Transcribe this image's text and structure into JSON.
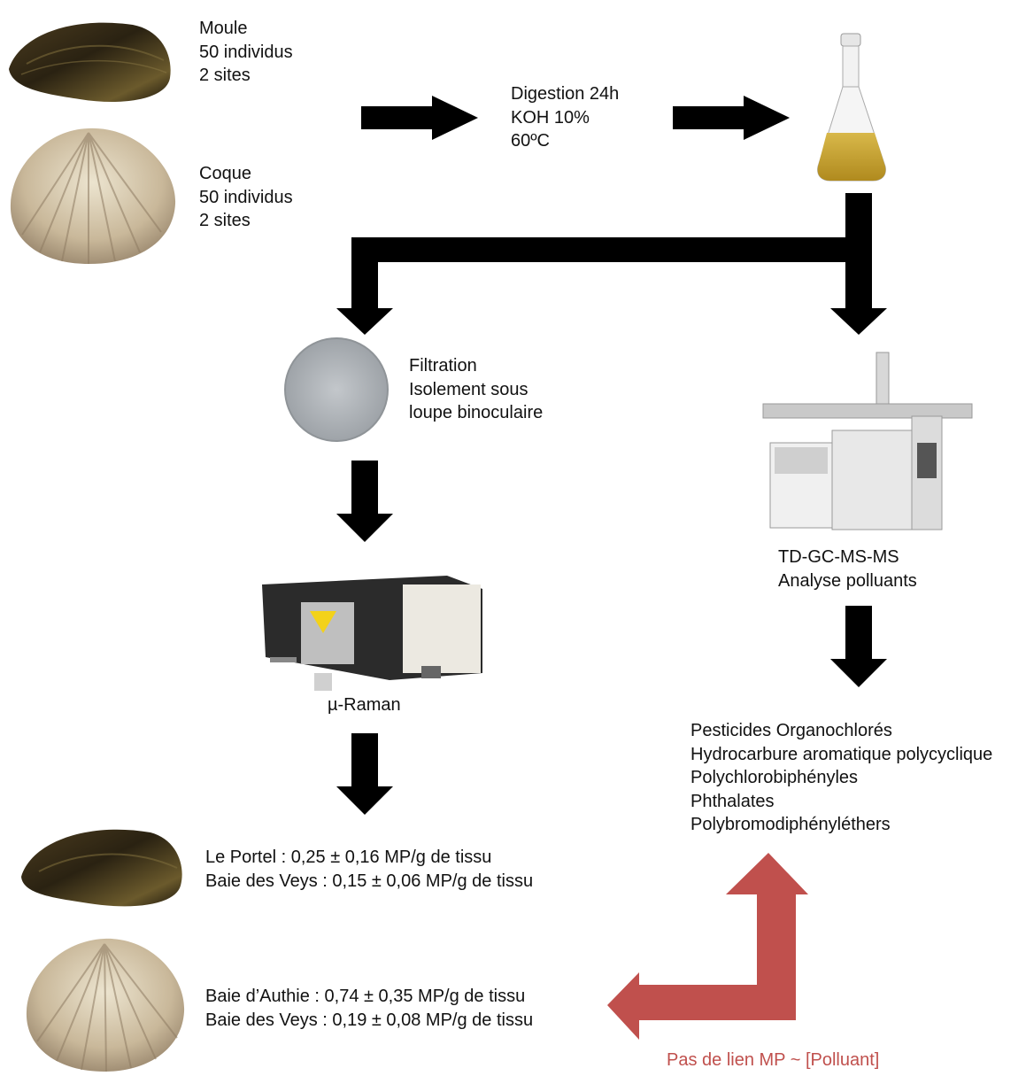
{
  "mussel": {
    "name": "Moule",
    "count": "50 individus",
    "sites": "2 sites"
  },
  "cockle": {
    "name": "Coque",
    "count": "50 individus",
    "sites": "2 sites"
  },
  "digestion": {
    "line1": "Digestion 24h",
    "line2": "KOH 10%",
    "line3": "60ºC"
  },
  "filtration": {
    "line1": "Filtration",
    "line2": "Isolement sous",
    "line3": "loupe binoculaire"
  },
  "raman": {
    "label": "µ-Raman"
  },
  "gcms": {
    "line1": "TD-GC-MS-MS",
    "line2": "Analyse polluants"
  },
  "pollutants": [
    "Pesticides Organochlorés",
    "Hydrocarbure aromatique polycyclique",
    "Polychlorobiphényles",
    "Phthalates",
    "Polybromodiphényléthers"
  ],
  "mussel_results": [
    "Le Portel : 0,25 ± 0,16 MP/g de tissu",
    "Baie des Veys : 0,15 ± 0,06 MP/g de tissu"
  ],
  "cockle_results": [
    "Baie d’Authie : 0,74 ± 0,35 MP/g de tissu",
    "Baie des Veys : 0,19 ± 0,08 MP/g de tissu"
  ],
  "conclusion": "Pas de lien MP ~ [Polluant]",
  "colors": {
    "arrow": "#000000",
    "conclusion_arrow": "#c0504d",
    "conclusion_text": "#c0504d"
  }
}
